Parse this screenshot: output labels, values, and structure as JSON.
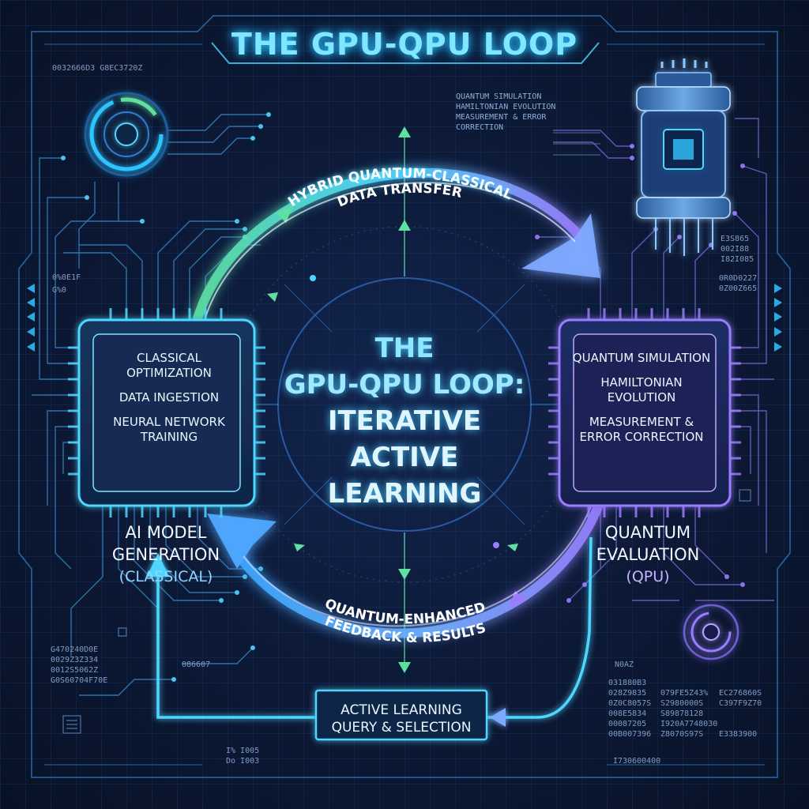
{
  "header": {
    "title": "THE GPU-QPU LOOP"
  },
  "center": {
    "line1": "THE",
    "line2": "GPU-QPU LOOP:",
    "line3": "ITERATIVE",
    "line4": "ACTIVE",
    "line5": "LEARNING"
  },
  "left_chip": {
    "items": [
      "CLASSICAL OPTIMIZATION",
      "DATA INGESTION",
      "NEURAL NETWORK TRAINING"
    ]
  },
  "right_chip": {
    "items": [
      "QUANTUM SIMULATION",
      "HAMILTONIAN EVOLUTION",
      "MEASUREMENT & ERROR CORRECTION"
    ]
  },
  "left_label": {
    "line1": "AI MODEL",
    "line2": "GENERATION",
    "sub": "(CLASSICAL)"
  },
  "right_label": {
    "line1": "QUANTUM",
    "line2": "EVALUATION",
    "sub": "(QPU)"
  },
  "arcs": {
    "top": "HYBRID QUANTUM-CLASSICAL DATA TRANSFER",
    "top_line1": "HYBRID QUANTUM-CLASSICAL",
    "top_line2": "DATA TRANSFER",
    "bottom_line1": "QUANTUM-ENHANCED",
    "bottom_line2": "FEEDBACK & RESULTS"
  },
  "bottom_box": {
    "line1": "ACTIVE LEARNING",
    "line2": "QUERY & SELECTION"
  },
  "quantum_list": [
    "QUANTUM SIMULATION",
    "HAMILTONIAN EVOLUTION",
    "MEASUREMENT & ERROR",
    "CORRECTION"
  ],
  "hex_codes": {
    "top_left": "0032666D3   G8EC3720Z",
    "left_tag1": "0%0E1F",
    "left_tag2": "G%0",
    "bottom_left": [
      "G470240D0E",
      "0029Z3Z334",
      "0012S5062Z",
      "G0S60704F70E"
    ],
    "mid_left": "086607",
    "bottom_mid": [
      "I% I005",
      "Do I003"
    ],
    "right_mid": [
      "E3S865",
      "002I88",
      "I82I085"
    ],
    "right_mid2": [
      "0R0D0227",
      "0Z00Z665"
    ],
    "right_small": "N0AZ",
    "bottom_right_col1": [
      "031880B3",
      "028Z9835",
      "0Z0C8057S",
      "008E5834",
      "00087205",
      "00B007396"
    ],
    "bottom_right_col2": [
      "079FE5Z43%",
      "S2980000S",
      "S89878128",
      "I920A7748030",
      "Z8070S97S"
    ],
    "bottom_right_col3": [
      "EC276860S",
      "C397F9Z70",
      "",
      "",
      "E3383900"
    ],
    "bottom_right_bottom": "I730600400"
  },
  "colors": {
    "cyan": "#4fd6ff",
    "green": "#5de0a0",
    "purple": "#9a7cff",
    "blue": "#3aa8ff",
    "background": "#0d1a38"
  },
  "icons": {
    "qpu": "quantum-processor-icon",
    "gauge": "ring-gauge-icon"
  }
}
